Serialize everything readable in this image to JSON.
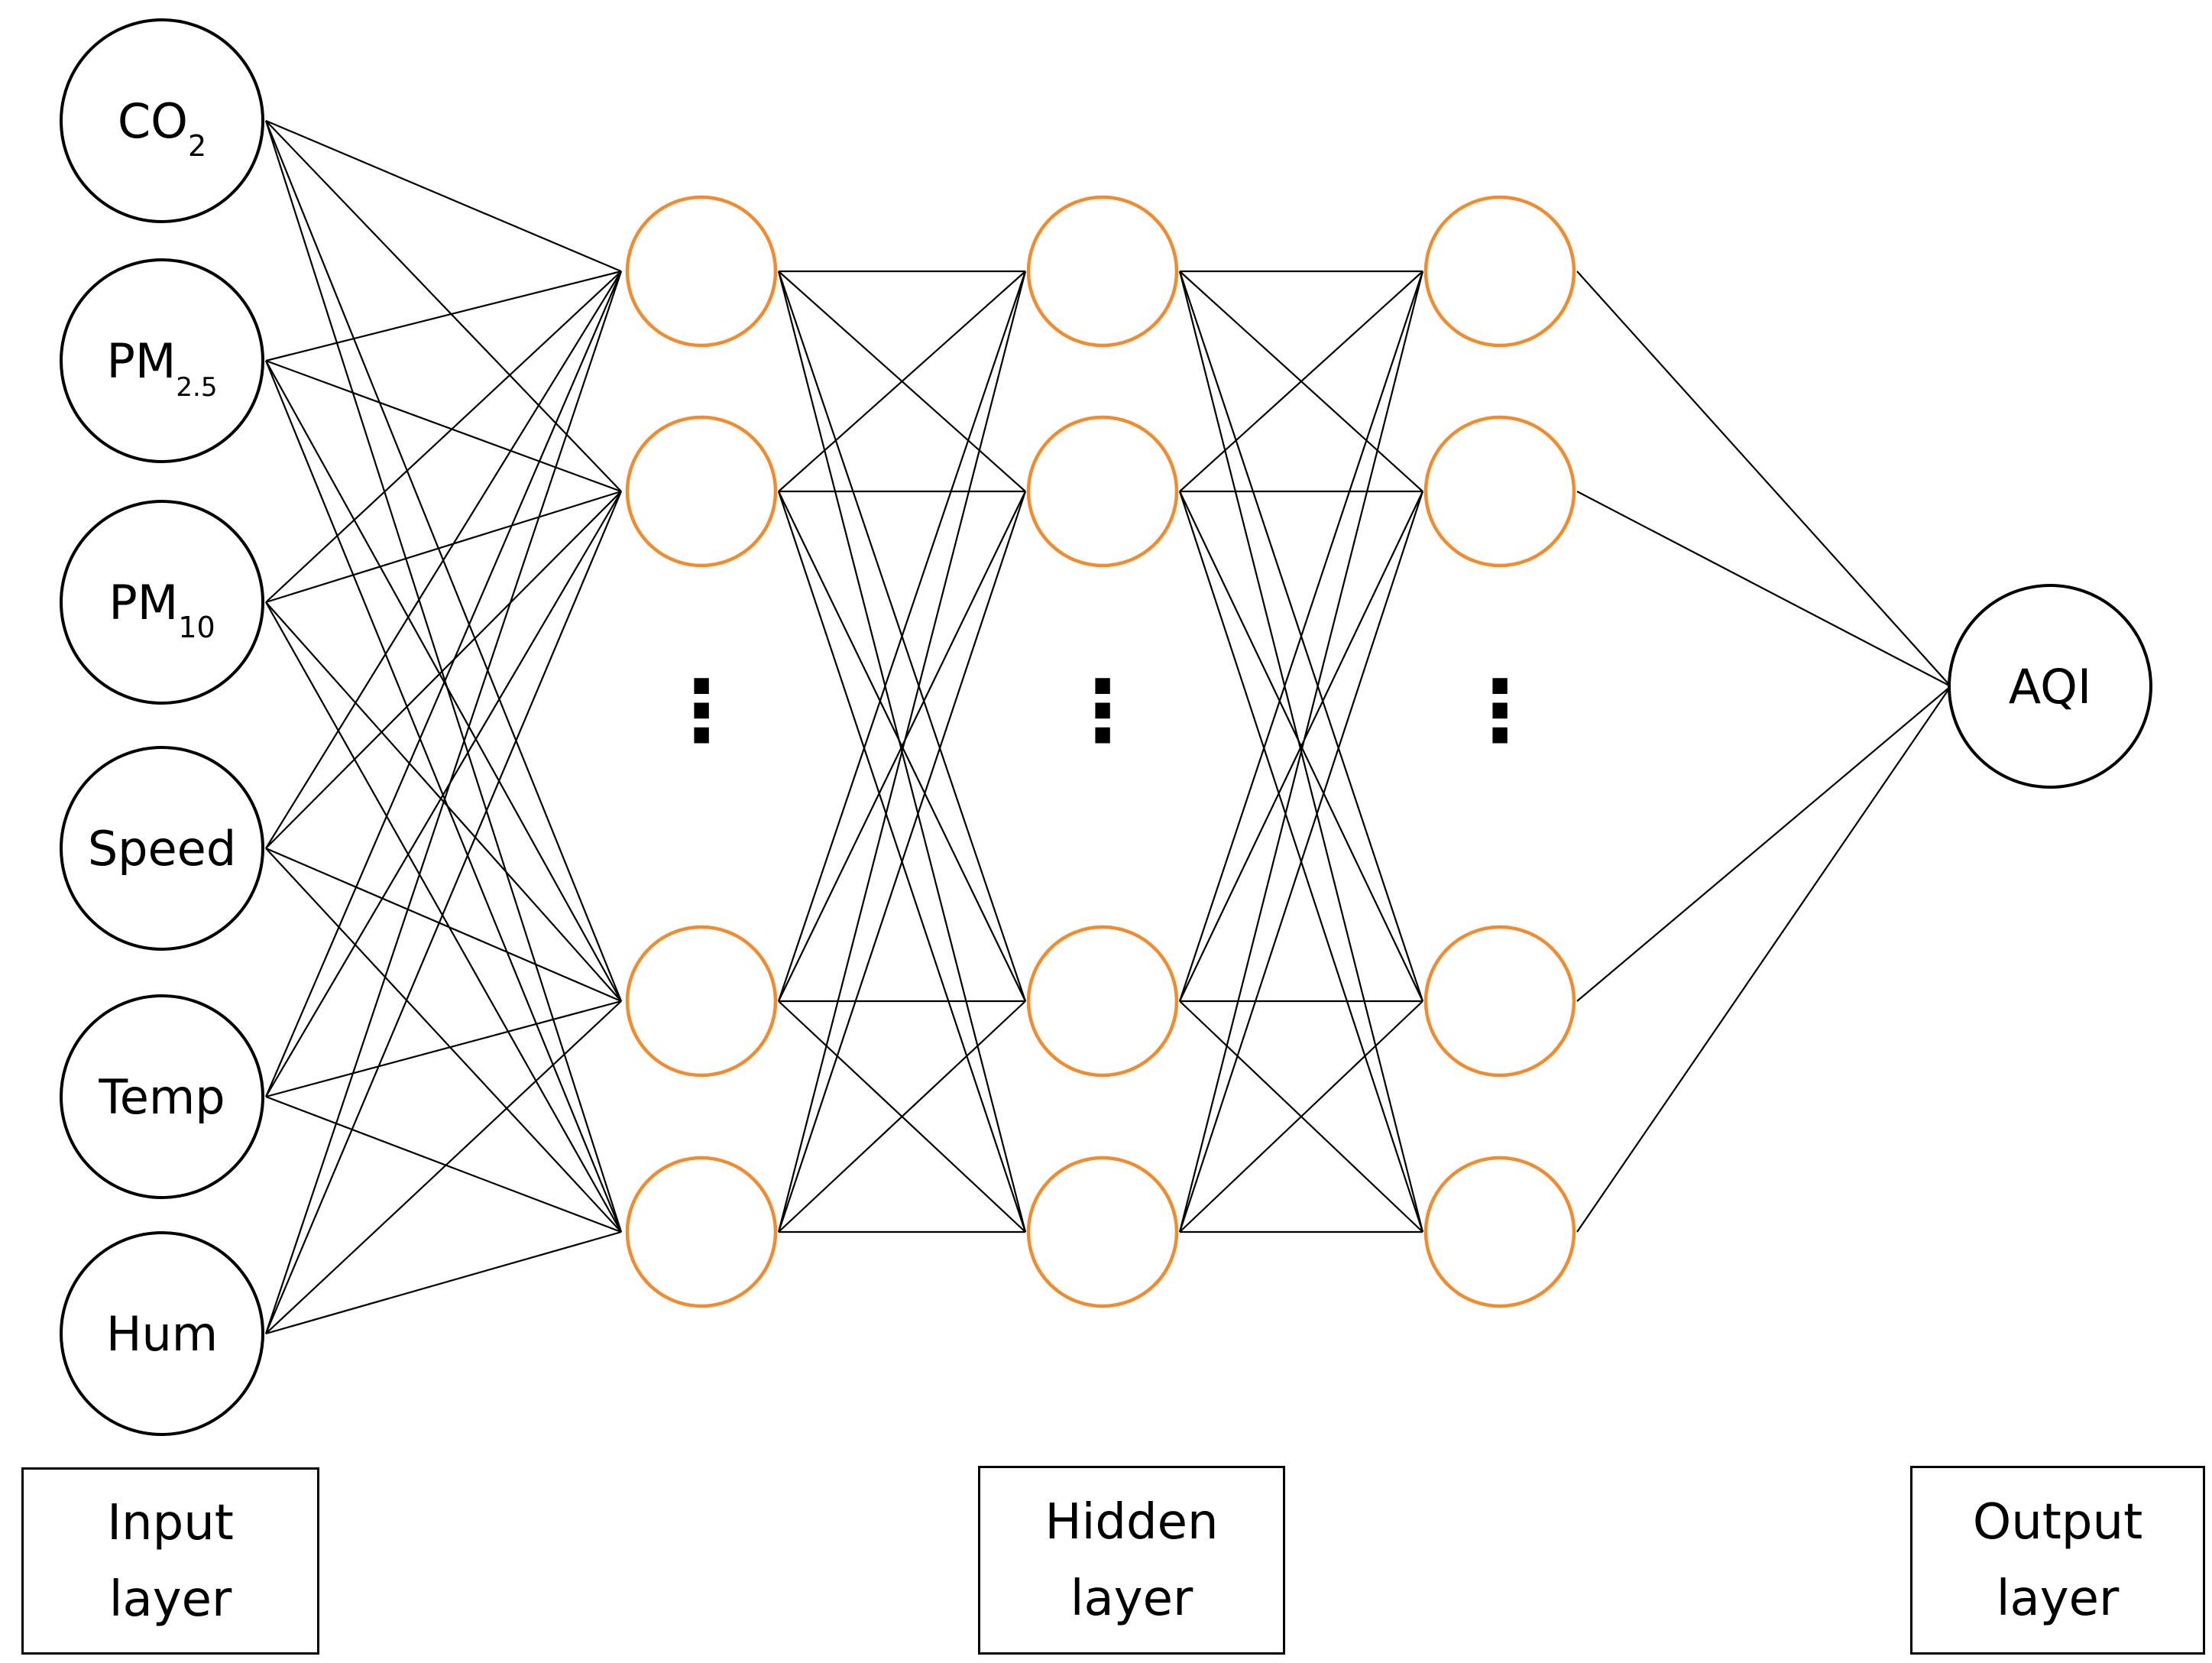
{
  "colors": {
    "input_stroke": "#000000",
    "hidden_stroke": "#f28a2e",
    "output_stroke": "#000000",
    "edge": "#000000",
    "background": "#ffffff"
  },
  "input_nodes": [
    {
      "main": "CO",
      "sub": "2"
    },
    {
      "main": "PM",
      "sub": "2.5"
    },
    {
      "main": "PM",
      "sub": "10"
    },
    {
      "main": "Speed",
      "sub": ""
    },
    {
      "main": "Temp",
      "sub": ""
    },
    {
      "main": "Hum",
      "sub": ""
    }
  ],
  "hidden_layers": [
    {
      "nodes_shown": 4,
      "ellipsis": "⋮"
    },
    {
      "nodes_shown": 4,
      "ellipsis": "⋮"
    },
    {
      "nodes_shown": 4,
      "ellipsis": "⋮"
    }
  ],
  "output_node": {
    "label": "AQI"
  },
  "captions": {
    "input": [
      "Input",
      "layer"
    ],
    "hidden": [
      "Hidden",
      "layer"
    ],
    "output": [
      "Output",
      "layer"
    ]
  }
}
